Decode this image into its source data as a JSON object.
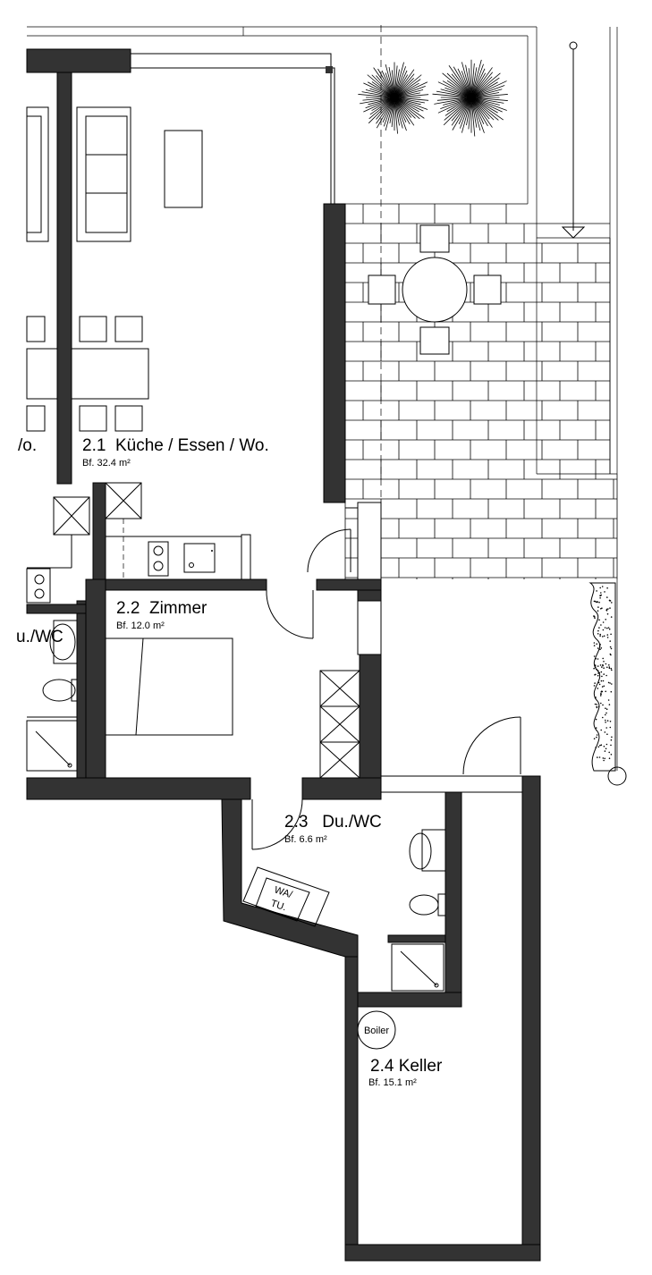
{
  "rooms": {
    "living": {
      "name": "2.1  Küche / Essen / Wo.",
      "area": "Bf. 32.4 m²"
    },
    "room": {
      "name": "2.2  Zimmer",
      "area": "Bf. 12.0 m²"
    },
    "bath": {
      "name": "2.3   Du./WC",
      "area": "Bf. 6.6 m²"
    },
    "cellar": {
      "name": "2.4 Keller",
      "area": "Bf. 15.1 m²"
    },
    "left_partial_living": {
      "name": "/o."
    },
    "left_partial_bath": {
      "name": "u./WC"
    }
  },
  "fixtures": {
    "washer_line1": "WA/",
    "washer_line2": "TU.",
    "boiler": "Boiler"
  },
  "colors": {
    "wall": "#333333",
    "line": "#000000",
    "background": "#ffffff"
  }
}
